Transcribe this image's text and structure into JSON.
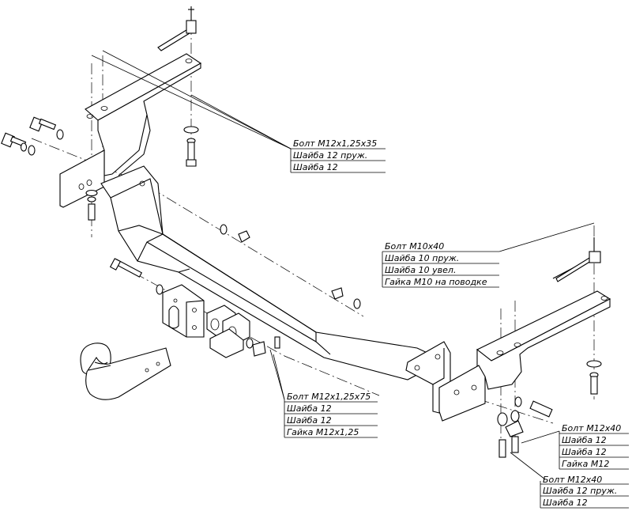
{
  "callouts": {
    "top_bolts": [
      "Болт М12х1,25х35",
      "Шайба 12 пруж.",
      "Шайба 12"
    ],
    "right_bracket": [
      "Болт М10х40",
      "Шайба 10 пруж.",
      "Шайба 10 увел.",
      "Гайка М10 на поводке"
    ],
    "center_bottom": [
      "Болт М12х1,25х75",
      "Шайба 12",
      "Шайба 12",
      "Гайка М12х1,25"
    ],
    "right_bottom_a": [
      "Болт М12х40",
      "Шайба 12",
      "Шайба 12",
      "Гайка М12"
    ],
    "right_bottom_b": [
      "Болт М12х40",
      "Шайба 12 пруж.",
      "Шайба 12"
    ]
  }
}
